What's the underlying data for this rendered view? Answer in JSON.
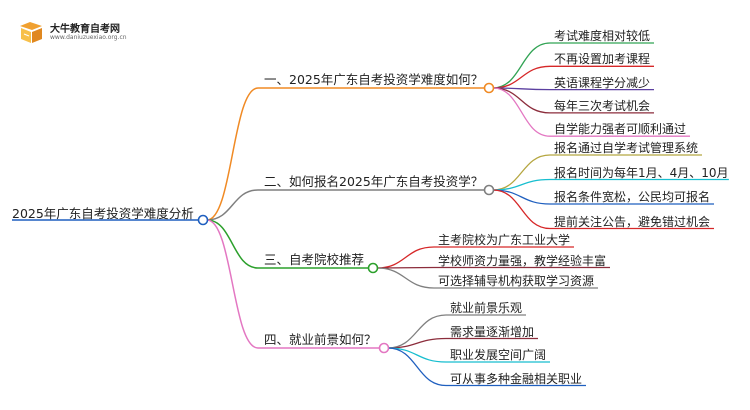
{
  "site": {
    "title": "大牛教育自考网",
    "url": "www.daniuzuexiao.org.cn"
  },
  "mindmap": {
    "root": "2025年广东自考投资学难度分析",
    "branches": [
      {
        "label": "一、2025年广东自考投资学难度如何？",
        "color": "#f08a24",
        "leaves": [
          {
            "label": "考试难度相对较低",
            "color": "#31a354"
          },
          {
            "label": "不再设置加考课程",
            "color": "#d62728"
          },
          {
            "label": "英语课程学分减少",
            "color": "#5b3fa0"
          },
          {
            "label": "每年三次考试机会",
            "color": "#8c2d3c"
          },
          {
            "label": "自学能力强者可顺利通过",
            "color": "#e377c2"
          }
        ]
      },
      {
        "label": "二、如何报名2025年广东自考投资学？",
        "color": "#7f7f7f",
        "leaves": [
          {
            "label": "报名通过自学考试管理系统",
            "color": "#b5a640"
          },
          {
            "label": "报名时间为每年1月、4月、10月",
            "color": "#17becf"
          },
          {
            "label": "报名条件宽松，公民均可报名",
            "color": "#1f5fbf"
          },
          {
            "label": "提前关注公告，避免错过机会",
            "color": "#d62728"
          }
        ]
      },
      {
        "label": "三、自考院校推荐",
        "color": "#2ca02c",
        "leaves": [
          {
            "label": "主考院校为广东工业大学",
            "color": "#d62728"
          },
          {
            "label": "学校师资力量强，教学经验丰富",
            "color": "#8c2d3c"
          },
          {
            "label": "可选择辅导机构获取学习资源",
            "color": "#7f7f7f"
          }
        ]
      },
      {
        "label": "四、就业前景如何？",
        "color": "#e377c2",
        "leaves": [
          {
            "label": "就业前景乐观",
            "color": "#7f7f7f"
          },
          {
            "label": "需求量逐渐增加",
            "color": "#8c2d3c"
          },
          {
            "label": "职业发展空间广阔",
            "color": "#17becf"
          },
          {
            "label": "可从事多种金融相关职业",
            "color": "#1f5fbf"
          }
        ]
      }
    ],
    "root_color": "#1f5fbf"
  }
}
